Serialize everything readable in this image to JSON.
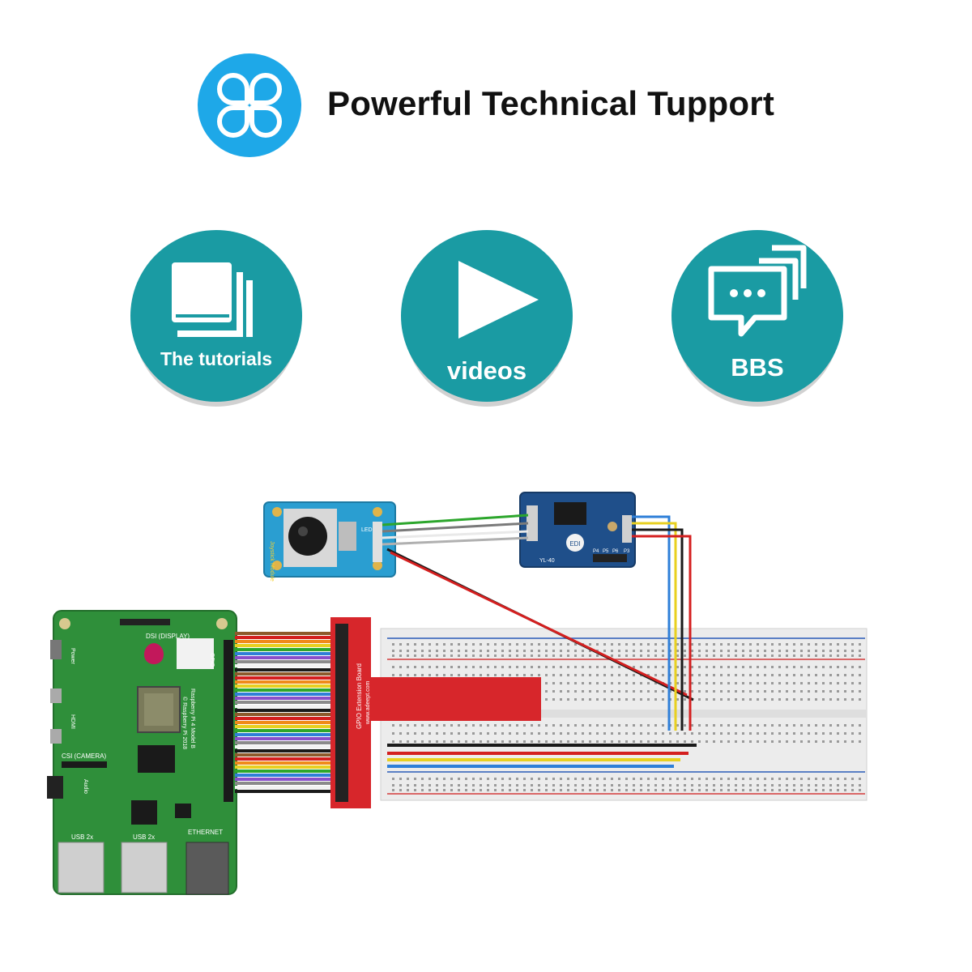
{
  "header": {
    "title": "Powerful Technical Tupport",
    "logo_icon": "four-petal-clover-icon"
  },
  "features": [
    {
      "label": "The tutorials",
      "icon": "book-icon"
    },
    {
      "label": "videos",
      "icon": "play-icon"
    },
    {
      "label": "BBS",
      "icon": "chat-bubbles-icon"
    }
  ],
  "colors": {
    "header_icon": "#1ea8e8",
    "feature_circle": "#1a9ba3",
    "pcb_green": "#2f8f3a",
    "breadboard": "#ececec",
    "extension_board": "#d7262b",
    "module_blue": "#1f4f8a"
  },
  "circuit": {
    "pi_labels": {
      "dsi": "DSI (DISPLAY)",
      "power": "Power",
      "hdmi": "HDMI",
      "csi": "CSI (CAMERA)",
      "audio": "Audio",
      "gpio": "GPIO",
      "ethernet": "ETHERNET",
      "usb_left": "USB 2x",
      "usb_right": "USB 2x",
      "model": "Raspberry Pi 4 Model B",
      "copyright": "© Raspberry Pi 2018"
    },
    "extension_board": {
      "title": "GPIO Extension Board",
      "url": "www.adeept.com"
    },
    "joystick": {
      "title": "Joystick Module",
      "led": "LED"
    },
    "adc_module": {
      "title": "YL-40",
      "chip": "EDI",
      "pins": [
        "P4",
        "P5",
        "P6",
        "P3"
      ]
    }
  }
}
